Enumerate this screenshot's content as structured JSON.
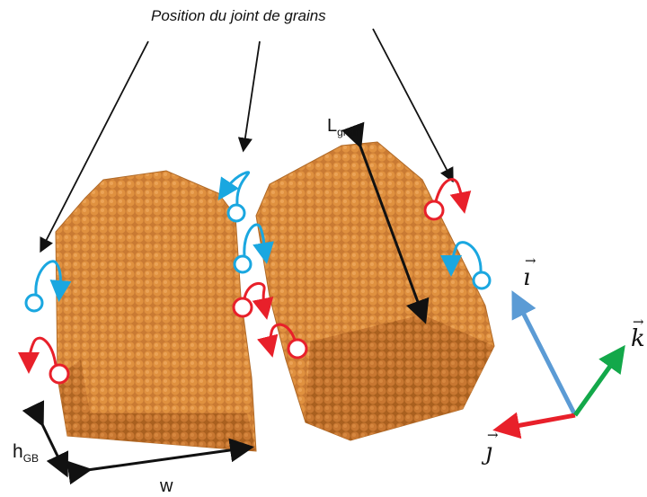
{
  "title": "Position du joint de grains",
  "labels": {
    "l_main": "L",
    "l_sub": "grain",
    "h_main": "h",
    "h_sub": "GB",
    "w": "w"
  },
  "axes": {
    "i": "ı",
    "j": "ȷ",
    "k": "k",
    "arrow": "→",
    "i_color": "#5b9bd5",
    "j_color": "#e8202a",
    "k_color": "#13a84a"
  },
  "colors": {
    "grain": "#d9853b",
    "cyan_marker": "#1aa7e0",
    "red_marker": "#e8202a"
  }
}
